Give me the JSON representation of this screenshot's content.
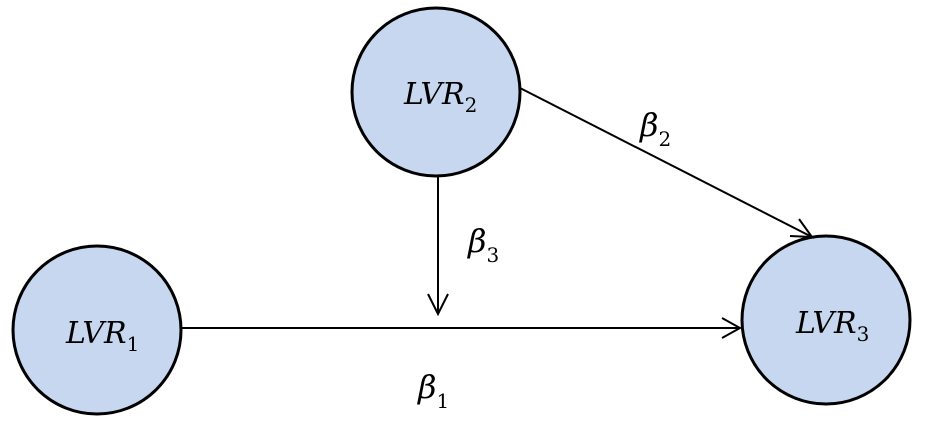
{
  "nodes": [
    {
      "id": "lvr1",
      "base": "LVR",
      "sub": "1",
      "fill": "#c6d7ef"
    },
    {
      "id": "lvr2",
      "base": "LVR",
      "sub": "2",
      "fill": "#c6d7ef"
    },
    {
      "id": "lvr3",
      "base": "LVR",
      "sub": "3",
      "fill": "#c6d7ef"
    }
  ],
  "edges": [
    {
      "id": "beta1",
      "from": "lvr1",
      "to": "lvr3",
      "label_base": "β",
      "label_sub": "1"
    },
    {
      "id": "beta2",
      "from": "lvr2",
      "to": "lvr3",
      "label_base": "β",
      "label_sub": "2"
    },
    {
      "id": "beta3",
      "from": "lvr2",
      "to": "edge:beta1",
      "label_base": "β",
      "label_sub": "3"
    }
  ]
}
